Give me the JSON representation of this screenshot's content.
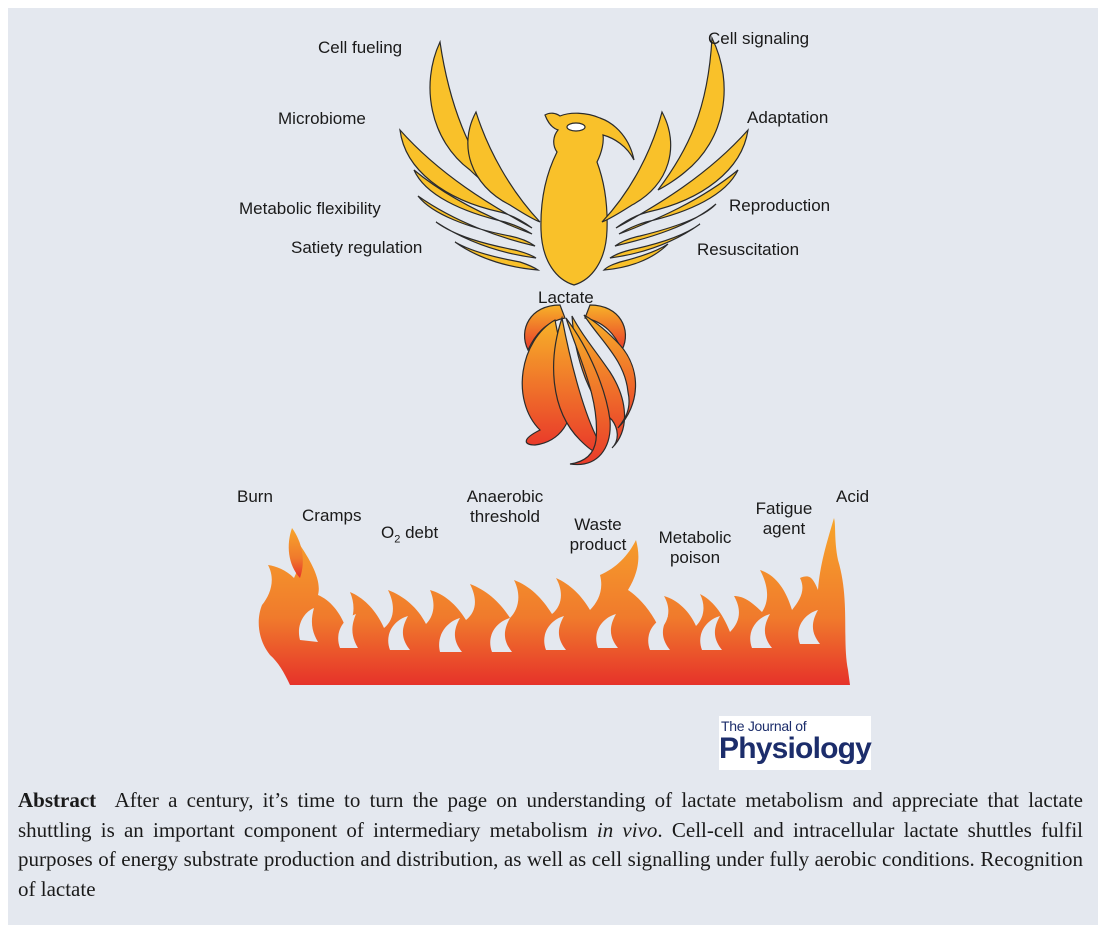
{
  "colors": {
    "panel_bg": "#e4e8ef",
    "wing_fill": "#f9c12a",
    "flame_top": "#f7b229",
    "flame_bottom": "#e93b2a",
    "outline": "#2b2b2b",
    "logo_blue": "#1c2d6b"
  },
  "phoenix": {
    "center_label": "Lactate",
    "left_wing_labels": [
      "Cell fueling",
      "Microbiome",
      "Metabolic flexibility",
      "Satiety regulation"
    ],
    "right_wing_labels": [
      "Cell signaling",
      "Adaptation",
      "Reproduction",
      "Resuscitation"
    ]
  },
  "fire_labels": {
    "burn": "Burn",
    "cramps": "Cramps",
    "o2_prefix": "O",
    "o2_sub": "2",
    "o2_suffix": " debt",
    "anaerobic_1": "Anaerobic",
    "anaerobic_2": "threshold",
    "waste_1": "Waste",
    "waste_2": "product",
    "poison_1": "Metabolic",
    "poison_2": "poison",
    "fatigue_1": "Fatigue",
    "fatigue_2": "agent",
    "acid": "Acid"
  },
  "journal": {
    "line1": "The Journal of",
    "line2": "Physiology"
  },
  "abstract": {
    "heading": "Abstract",
    "text_before_italic": "After a century, it’s time to turn the page on understanding of lactate metabolism and appreciate that lactate shuttling is an important component of intermediary metabolism ",
    "italic": "in vivo",
    "text_after_italic": ". Cell-cell and intracellular lactate shuttles fulfil purposes of energy substrate production and distribution, as well as cell signalling under fully aerobic conditions. Recognition of lactate"
  }
}
